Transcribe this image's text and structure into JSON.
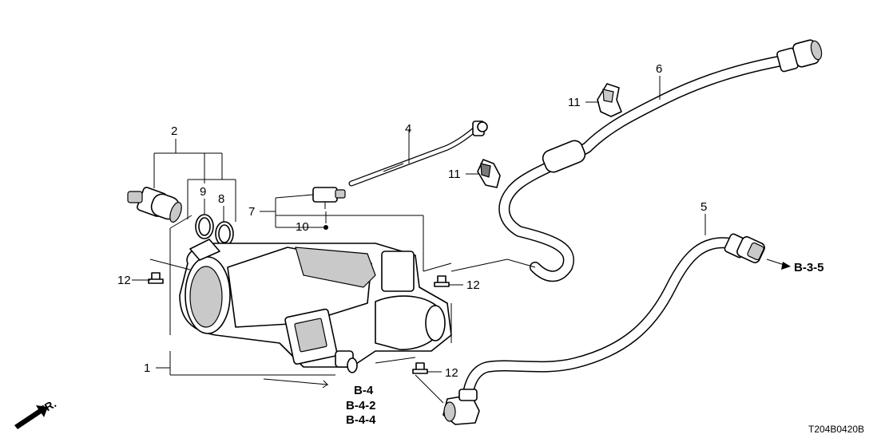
{
  "diagram": {
    "code": "T204B0420B",
    "direction": "FR.",
    "callouts": {
      "c1": "1",
      "c2": "2",
      "c4": "4",
      "c5": "5",
      "c6": "6",
      "c7": "7",
      "c8": "8",
      "c9": "9",
      "c10": "10",
      "c11a": "11",
      "c11b": "11",
      "c12a": "12",
      "c12b": "12",
      "c12c": "12"
    },
    "refs": {
      "r1": "B-4",
      "r2": "B-4-2",
      "r3": "B-4-4",
      "r4": "B-3-5"
    }
  }
}
